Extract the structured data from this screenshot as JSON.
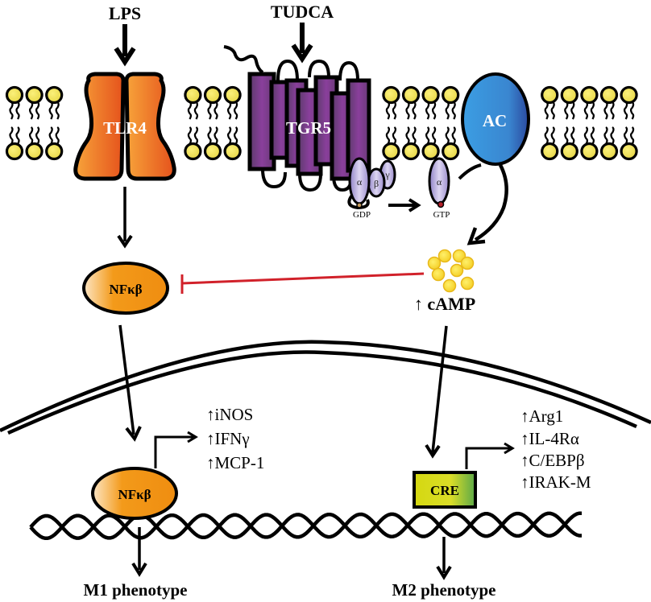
{
  "ligands": {
    "lps": "LPS",
    "tudca": "TUDCA"
  },
  "receptors": {
    "tlr4": "TLR4",
    "tgr5": "TGR5",
    "ac": "AC"
  },
  "g_protein": {
    "alpha": "α",
    "beta": "β",
    "gamma": "γ",
    "gdp": "GDP",
    "gtp": "GTP"
  },
  "second_messenger": {
    "label": "↑ cAMP"
  },
  "transcription_factors": {
    "nfkb_cytoplasm": "NFκβ",
    "nfkb_nucleus": "NFκβ",
    "cre": "CRE"
  },
  "m1_genes": [
    "↑iNOS",
    "↑IFNγ",
    "↑MCP-1"
  ],
  "m2_genes": [
    "↑Arg1",
    "↑IL-4Rα",
    "↑C/EBPβ",
    "↑IRAK-M"
  ],
  "outcomes": {
    "m1": "M1 phenotype",
    "m2": "M2 phenotype"
  },
  "colors": {
    "tlr4_orange": "#f07a1e",
    "tgr5_purple": "#7b3f8c",
    "ac_blue": "#3d8fd6",
    "lipid_head": "#f3e25a",
    "camp_yellow": "#fbe03a",
    "nfkb_orange": "#f39a1a",
    "cre_yellow": "#d8d81a",
    "inhibition_red": "#d1212a",
    "g_protein_lavender": "#b5a7dc"
  }
}
